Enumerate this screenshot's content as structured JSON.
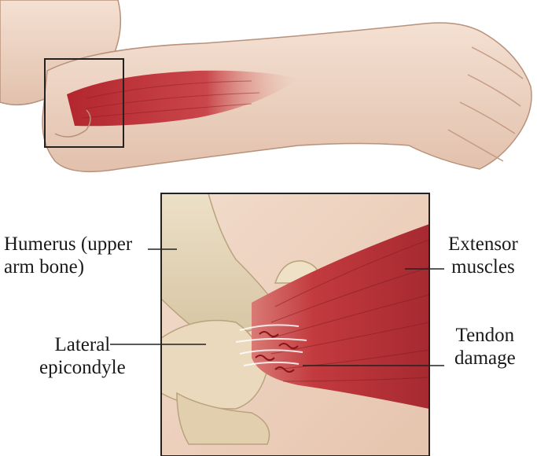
{
  "labels": {
    "humerus": [
      "Humerus (upper",
      "arm bone)"
    ],
    "lateral": [
      "Lateral",
      "epicondyle"
    ],
    "extensor": [
      "Extensor",
      "muscles"
    ],
    "tendon": [
      "Tendon",
      "damage"
    ]
  },
  "colors": {
    "skin": "#f0d6c4",
    "skin_shadow": "#dcb8a2",
    "muscle": "#c0343a",
    "muscle_light": "#d86a6a",
    "bone": "#e8d8b8",
    "line": "#222222"
  }
}
